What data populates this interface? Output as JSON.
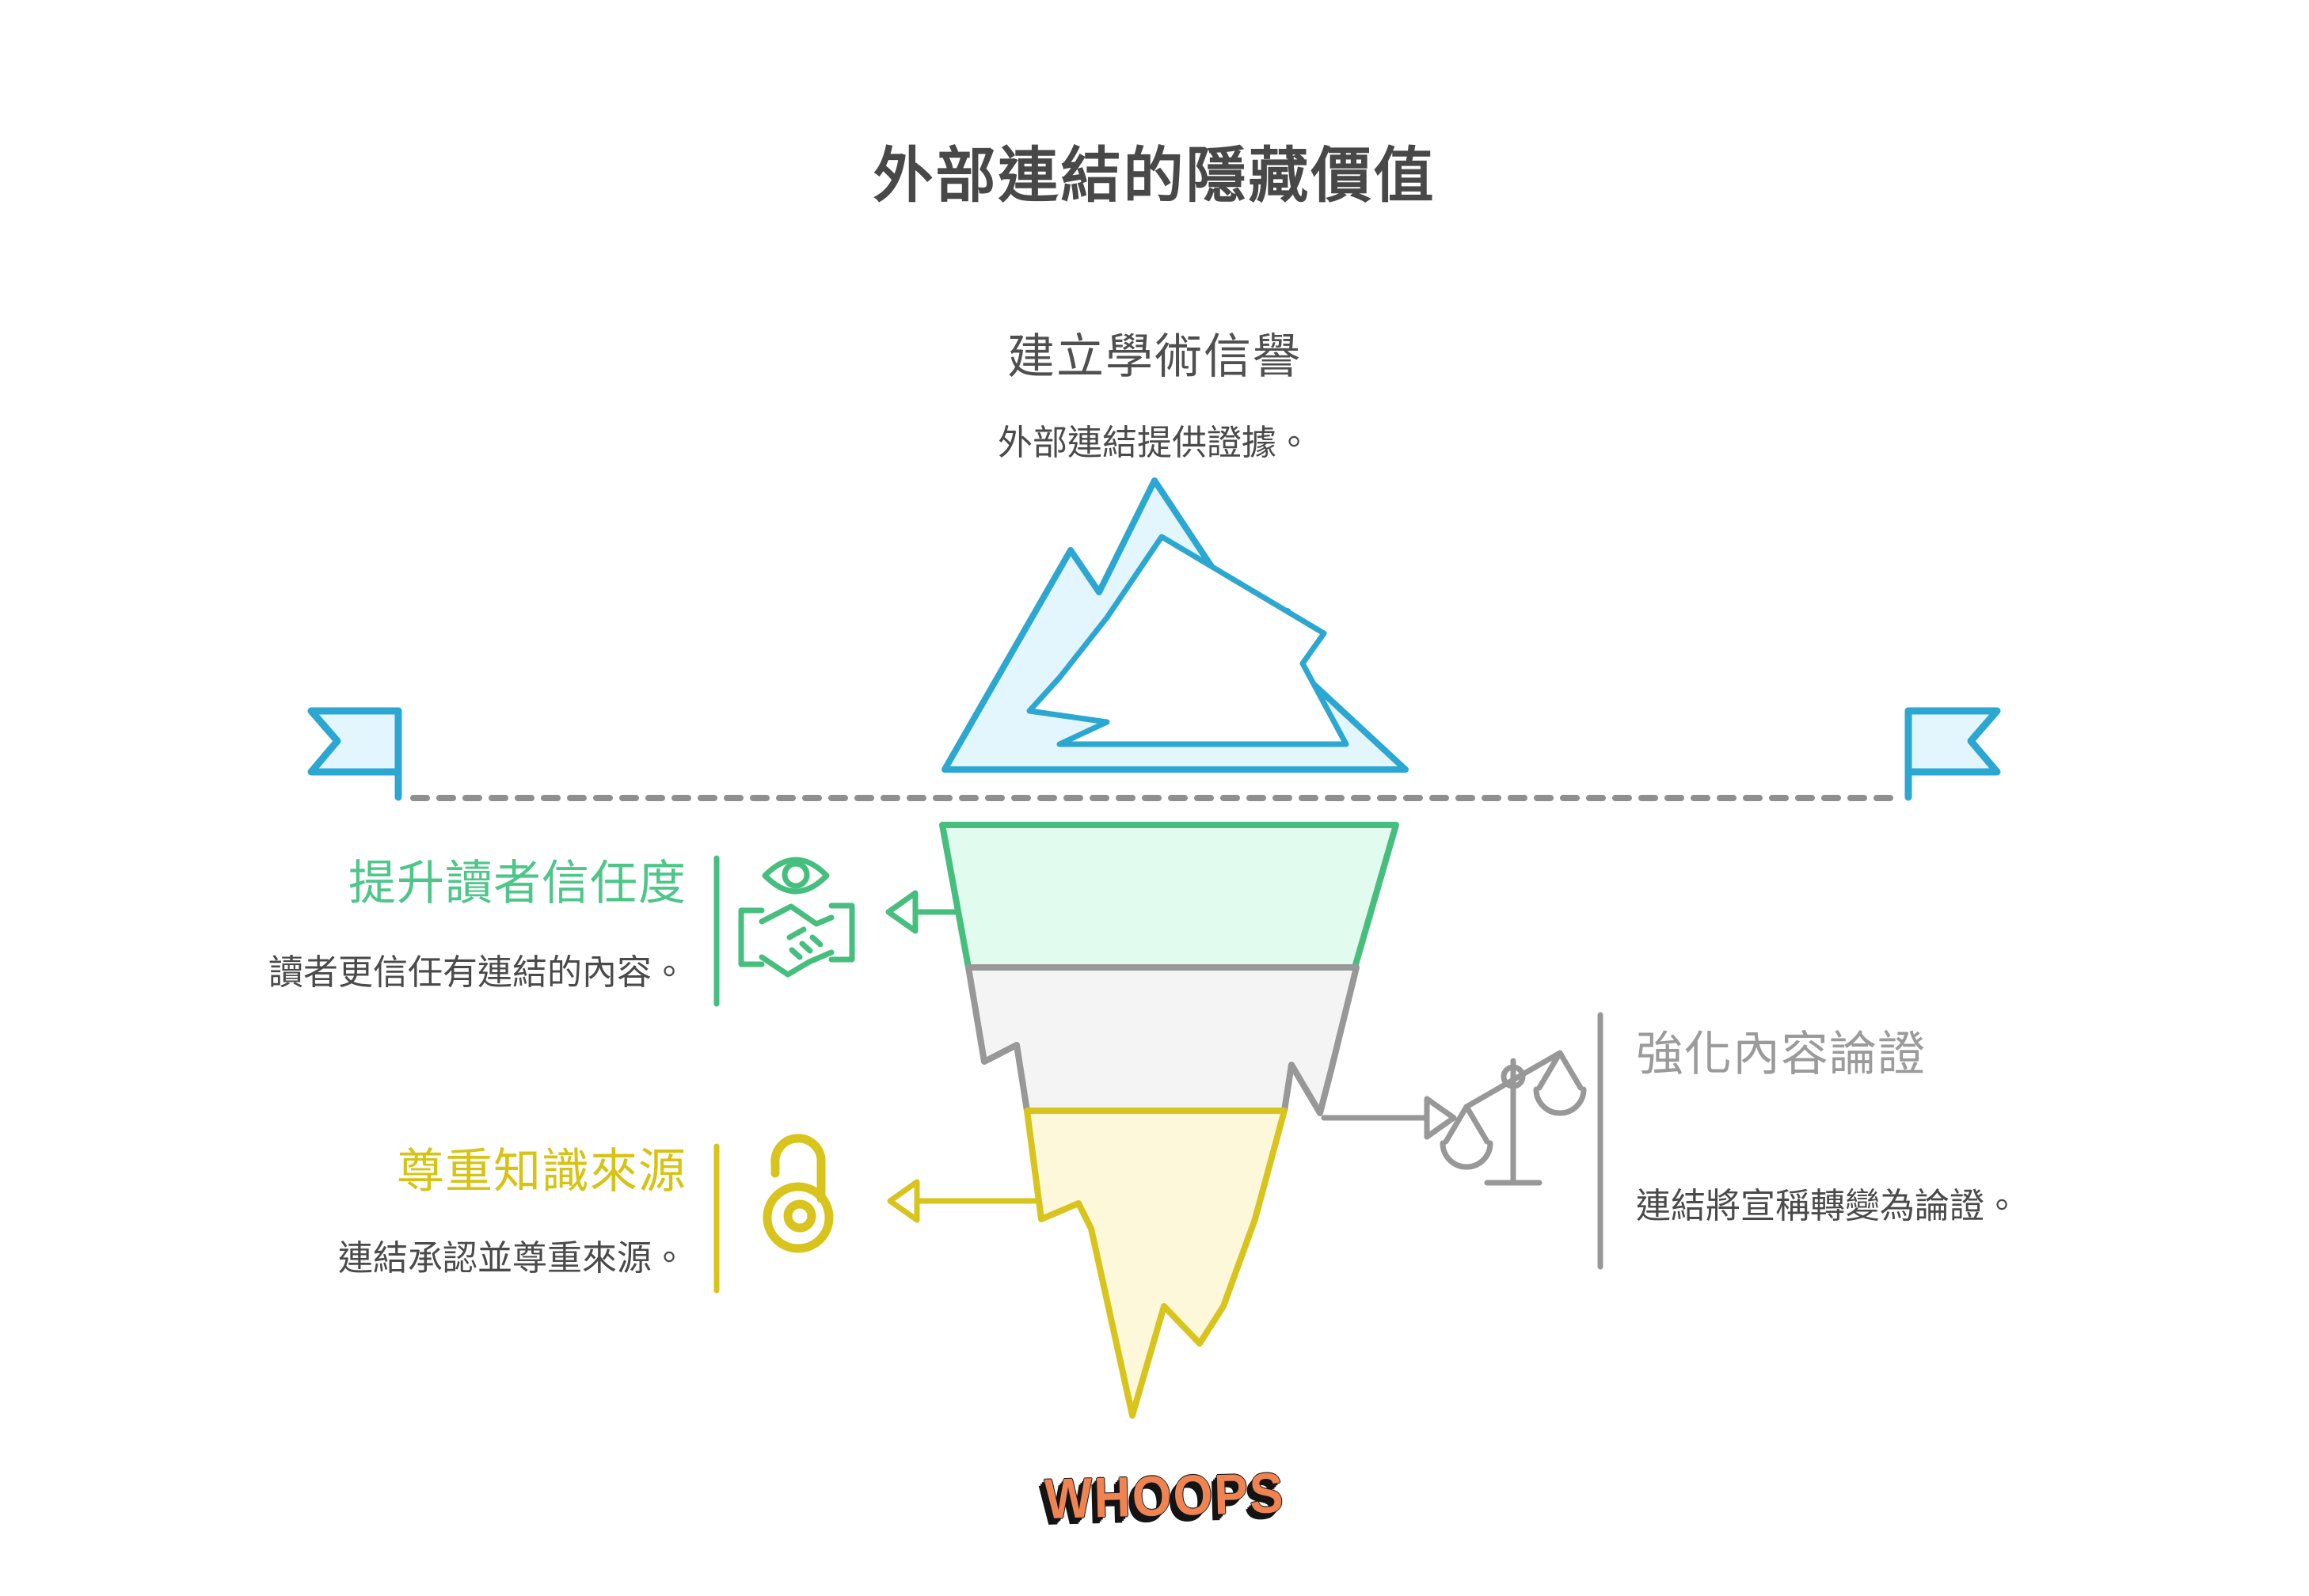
{
  "title": "外部連結的隱藏價值",
  "iceberg": {
    "surface": {
      "heading": "建立學術信譽",
      "description": "外部連結提供證據。"
    },
    "tiers": [
      {
        "id": "trust",
        "heading": "提升讀者信任度",
        "description": "讀者更信任有連結的內容。",
        "side": "left",
        "icon": "eye-handshake-icon",
        "accent": "#4cc689"
      },
      {
        "id": "argument",
        "heading": "強化內容論證",
        "description": "連結將宣稱轉變為論證。",
        "side": "right",
        "icon": "balance-scale-icon",
        "accent": "#9b9b9b"
      },
      {
        "id": "sources",
        "heading": "尊重知識來源",
        "description": "連結承認並尊重來源。",
        "side": "left",
        "icon": "open-lock-icon",
        "accent": "#d6c314"
      }
    ]
  },
  "brand": {
    "logo_text": "WHOOPS"
  },
  "colors": {
    "title_text": "#484848",
    "surface_text": "#4f4f4f",
    "body_text": "#4a4a4a",
    "iceberg_stroke": "#2ba7d1",
    "iceberg_fill": "#e3f6fd",
    "waterline": "#8f8f8f",
    "trust_stroke": "#46bf7e",
    "trust_fill": "#e1fbee",
    "trust_heading": "#4cc689",
    "argument_stroke": "#989898",
    "argument_fill": "#f4f4f4",
    "argument_heading": "#9b9b9b",
    "sources_stroke": "#d8c41c",
    "sources_fill": "#fdf8d9",
    "sources_heading": "#d6c314",
    "logo_orange": "#ef8352",
    "logo_shadow": "#141414"
  }
}
